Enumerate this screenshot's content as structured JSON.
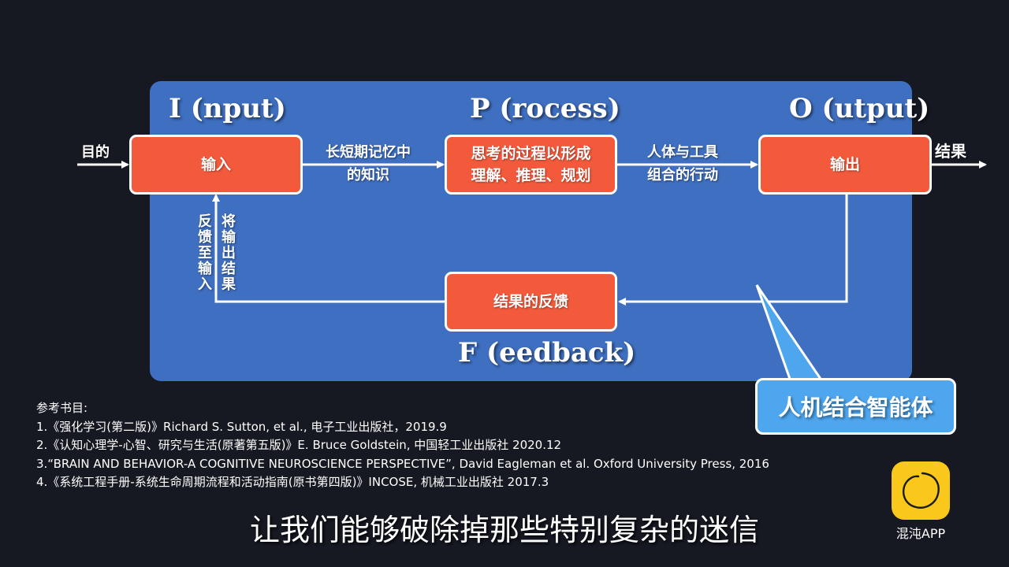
{
  "diagram": {
    "stages": {
      "input": "I (nput)",
      "process": "P (rocess)",
      "output": "O (utput)",
      "feedback": "F (eedback)"
    },
    "boxes": {
      "input": "输入",
      "process_line1": "思考的过程以形成",
      "process_line2": "理解、推理、规划",
      "output": "输出",
      "feedback": "结果的反馈"
    },
    "edges": {
      "goal": "目的",
      "input_to_process_line1": "长短期记忆中",
      "input_to_process_line2": "的知识",
      "process_to_output_line1": "人体与工具",
      "process_to_output_line2": "组合的行动",
      "result": "结果",
      "feedback_col1": "反馈至输入",
      "feedback_col2": "将输出结果"
    },
    "callout": "人机结合智能体"
  },
  "references": {
    "heading": "参考书目:",
    "items": [
      "1.《强化学习(第二版)》Richard S. Sutton, et al., 电子工业出版社，2019.9",
      "2.《认知心理学-心智、研究与生活(原著第五版)》E. Bruce Goldstein, 中国轻工业出版社 2020.12",
      "3.“BRAIN AND BEHAVIOR-A COGNITIVE NEUROSCIENCE PERSPECTIVE”, David Eagleman et al. Oxford University Press, 2016",
      "4.《系统工程手册-系统生命周期流程和活动指南(原书第四版)》INCOSE, 机械工业出版社 2017.3"
    ]
  },
  "subtitle": "让我们能够破除掉那些特别复杂的迷信",
  "app": {
    "name": "混沌APP",
    "logo_color": "#f9c81a"
  },
  "colors": {
    "panel": "#3f6fc0",
    "box": "#f35a3c",
    "callout": "#4ea6ee",
    "background": "#161822"
  }
}
